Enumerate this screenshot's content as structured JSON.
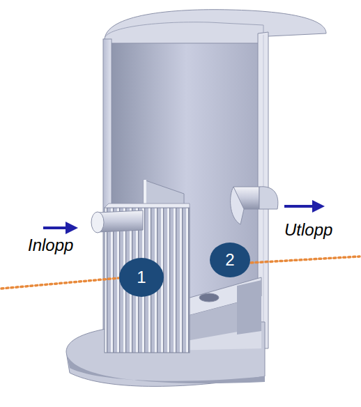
{
  "diagram": {
    "nodes": [
      {
        "text": [
          "1"
        ]
      },
      {
        "text": [
          "2"
        ]
      }
    ],
    "labels": [
      "Inlopp",
      "Utlopp"
    ]
  }
}
